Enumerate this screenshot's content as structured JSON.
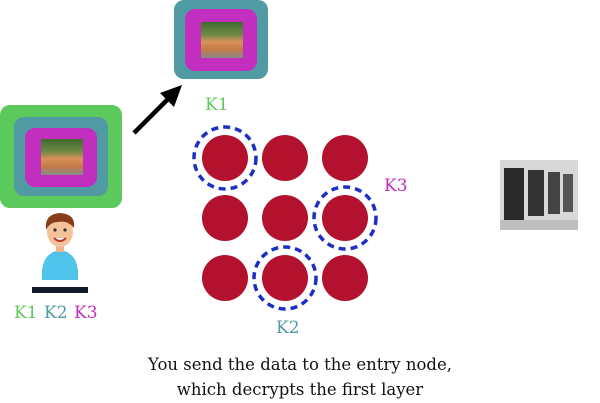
{
  "colors": {
    "k1": "#5cc95c",
    "k2": "#4f9aa3",
    "k3": "#c22fbf",
    "node": "#b3112e",
    "dash": "#1c2fc4"
  },
  "packet_labels": {
    "key1": "K1",
    "key2": "K2",
    "key3": "K3"
  },
  "node_labels": {
    "entry": "K1",
    "middle": "K2",
    "exit": "K3"
  },
  "caption": {
    "line1": "You send the data to the entry node,",
    "line2": "which decrypts the first layer"
  }
}
